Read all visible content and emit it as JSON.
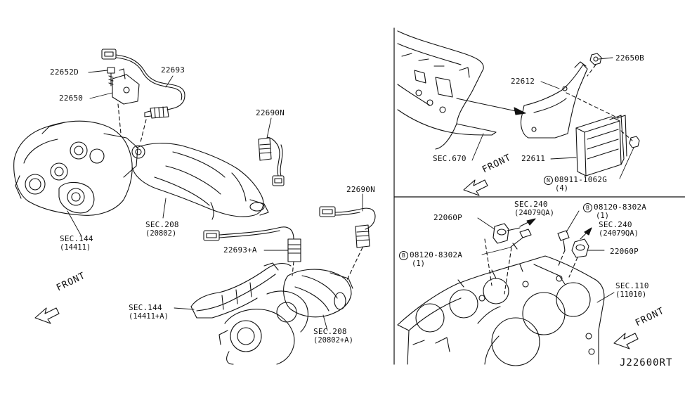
{
  "diagram": {
    "code": "J22600RT",
    "front_label": "FRONT",
    "top_left": {
      "labels": {
        "p22652d": "22652D",
        "p22650": "22650",
        "p22693": "22693",
        "p22690n_a": "22690N",
        "sec208_a": "SEC.208",
        "sec208_a_sub": "(20802)",
        "sec144_a": "SEC.144",
        "sec144_a_sub": "(14411)"
      }
    },
    "bottom_left": {
      "labels": {
        "p22690n_b": "22690N",
        "p22693a": "22693+A",
        "sec144_b": "SEC.144",
        "sec144_b_sub": "(14411+A)",
        "sec208_b": "SEC.208",
        "sec208_b_sub": "(20802+A)"
      }
    },
    "top_right": {
      "labels": {
        "p22650b": "22650B",
        "p22612": "22612",
        "sec670": "SEC.670",
        "p22611": "22611",
        "bolt_marker": "N",
        "bolt": "08911-1062G",
        "bolt_qty": "(4)"
      }
    },
    "bottom_right": {
      "labels": {
        "p22060p_a": "22060P",
        "sec240_a": "SEC.240",
        "sec240_a_sub": "(24079QA)",
        "b_marker": "B",
        "bolt_a": "08120-8302A",
        "bolt_a_qty": "(1)",
        "sec240_b": "SEC.240",
        "sec240_b_sub": "(24079QA)",
        "bolt_b": "08120-8302A",
        "bolt_b_qty": "(1)",
        "p22060p_b": "22060P",
        "sec110": "SEC.110",
        "sec110_sub": "(11010)"
      }
    }
  }
}
